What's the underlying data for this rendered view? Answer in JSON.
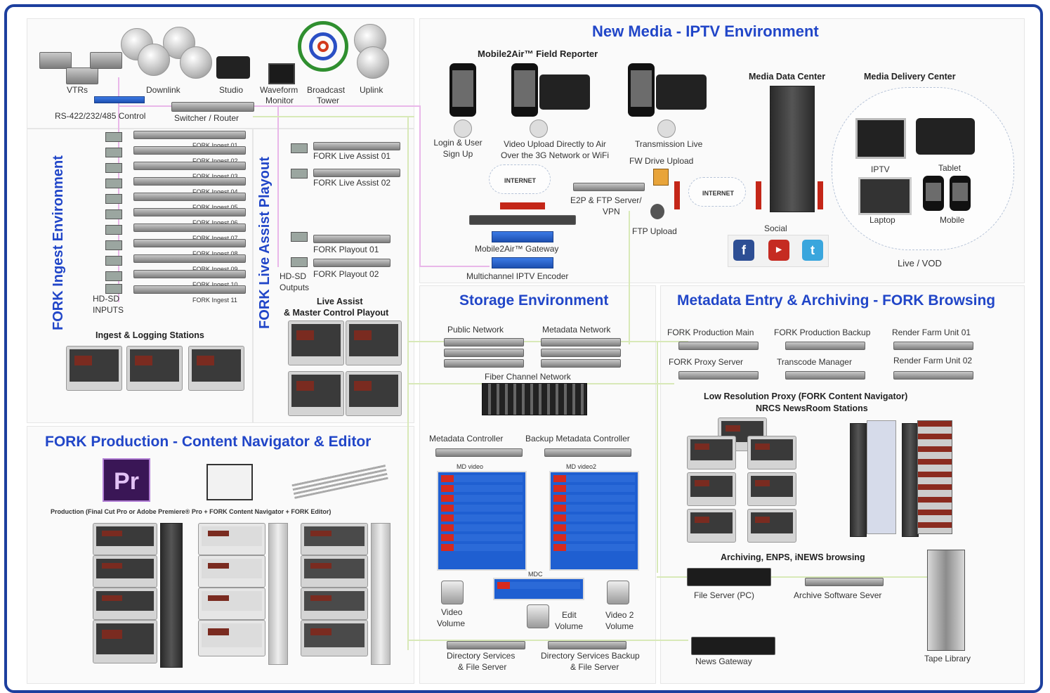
{
  "colors": {
    "frame": "#1d3f9e",
    "title": "#2146c8",
    "patch": "#e9b7e9",
    "network": "#d8e9b8",
    "storage": "#1f5fd1"
  },
  "top_left": {
    "vtrs": "VTRs",
    "downlink": "Downlink",
    "studio": "Studio",
    "waveform": "Waveform",
    "monitor": "Monitor",
    "broadcast": "Broadcast",
    "tower": "Tower",
    "uplink": "Uplink",
    "rs422": "RS-422/232/485 Control",
    "switcher": "Switcher / Router"
  },
  "ingest": {
    "title": "FORK Ingest Environment",
    "items": [
      "FORK Ingest 01",
      "FORK Ingest 02",
      "FORK Ingest 03",
      "FORK Ingest 04",
      "FORK Ingest 05",
      "FORK Ingest 06",
      "FORK Ingest 07",
      "FORK Ingest 08",
      "FORK Ingest 09",
      "FORK Ingest 10",
      "FORK Ingest 11"
    ],
    "hdsd_inputs_1": "HD-SD",
    "hdsd_inputs_2": "INPUTS",
    "stations": "Ingest & Logging Stations"
  },
  "live": {
    "title": "FORK Live Assist Playout",
    "assist_01": "FORK Live Assist 01",
    "assist_02": "FORK Live Assist 02",
    "playout_01": "FORK Playout 01",
    "playout_02": "FORK Playout 02",
    "outputs_1": "HD-SD",
    "outputs_2": "Outputs",
    "master_1": "Live Assist",
    "master_2": "& Master Control Playout"
  },
  "iptv": {
    "title": "New Media - IPTV Environment",
    "field_reporter": "Mobile2Air™ Field Reporter",
    "login_1": "Login & User",
    "login_2": "Sign Up",
    "upload_1": "Video Upload Directly to Air",
    "upload_2": "Over the 3G Network or WiFi",
    "transmission": "Transmission Live",
    "fw_upload": "FW Drive Upload",
    "internet": "INTERNET",
    "e2p_1": "E2P & FTP Server/",
    "e2p_2": "VPN",
    "ftp_upload": "FTP Upload",
    "gateway": "Mobile2Air™ Gateway",
    "encoder": "Multichannel IPTV Encoder",
    "data_center": "Media Data Center",
    "delivery_center": "Media Delivery Center",
    "iptv": "IPTV",
    "tablet": "Tablet",
    "laptop": "Laptop",
    "mobile": "Mobile",
    "social": "Social",
    "live_vod": "Live / VOD"
  },
  "storage": {
    "title": "Storage Environment",
    "public_network": "Public Network",
    "metadata_network": "Metadata Network",
    "fiber": "Fiber Channel Network",
    "md_controller": "Metadata Controller",
    "backup_md_controller": "Backup Metadata Controller",
    "md_video": "MD video",
    "md_video2": "MD video2",
    "mdc": "MDC",
    "video_volume_1": "Video",
    "video_volume_2": "Volume",
    "edit_volume_1": "Edit",
    "edit_volume_2": "Volume",
    "video2_volume_1": "Video 2",
    "video2_volume_2": "Volume",
    "dir_1": "Directory Services",
    "dir_2": "& File Server",
    "dir_backup_1": "Directory Services Backup",
    "dir_backup_2": "& File Server"
  },
  "metadata": {
    "title": "Metadata Entry & Archiving - FORK Browsing",
    "prod_main": "FORK Production Main",
    "prod_backup": "FORK Production Backup",
    "render_01": "Render Farm Unit 01",
    "proxy": "FORK Proxy Server",
    "transcode": "Transcode Manager",
    "render_02": "Render Farm Unit 02",
    "low_res_1": "Low Resolution Proxy  (FORK Content Navigator)",
    "low_res_2": "NRCS NewsRoom Stations",
    "archiving": "Archiving, ENPS, iNEWS browsing",
    "file_server": "File Server (PC)",
    "archive_server": "Archive Software Sever",
    "news_gateway": "News Gateway",
    "tape_library": "Tape Library"
  },
  "production": {
    "title": "FORK Production - Content Navigator & Editor",
    "pr_logo": "Pr",
    "caption": "Production (Final Cut Pro or Adobe Premiere® Pro + FORK Content Navigator + FORK Editor)"
  }
}
